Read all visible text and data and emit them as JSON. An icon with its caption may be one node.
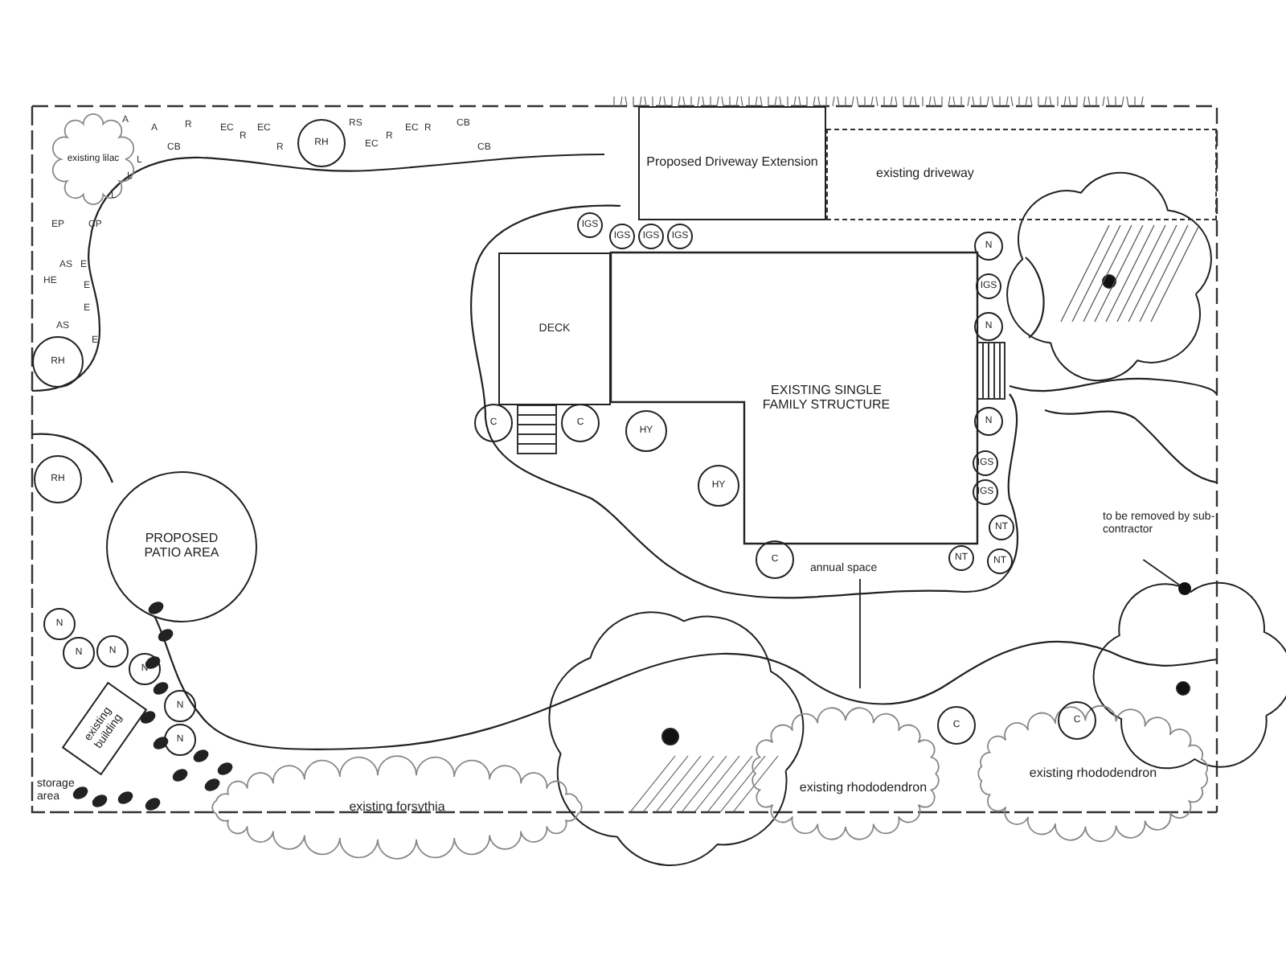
{
  "diagram": {
    "nodes": [
      {
        "text": [
          "existing lilac"
        ]
      },
      {
        "text": [
          "DECK"
        ]
      },
      {
        "text": [
          "EXISTING SINGLE FAMILY STRUCTURE"
        ]
      },
      {
        "text": [
          "Proposed Driveway Extension"
        ]
      },
      {
        "text": [
          "existing driveway"
        ]
      },
      {
        "text": [
          "PROPOSED PATIO AREA"
        ]
      },
      {
        "text": [
          "existing building"
        ]
      },
      {
        "text": [
          "storage area"
        ]
      },
      {
        "text": [
          "existing forsythia"
        ]
      },
      {
        "text": [
          "existing rhododendron"
        ]
      },
      {
        "text": [
          "existing rhododendron"
        ]
      },
      {
        "text": [
          "annual space"
        ]
      },
      {
        "text": [
          "to be removed by sub-contractor"
        ]
      },
      {
        "text": [],
        "shape": "circle"
      },
      {
        "text": [
          "RH"
        ]
      },
      {
        "text": [
          "RH"
        ]
      },
      {
        "text": [
          "RH"
        ]
      },
      {
        "text": [
          "C"
        ]
      },
      {
        "text": [
          "C"
        ]
      },
      {
        "text": [
          "C"
        ]
      },
      {
        "text": [
          "C"
        ]
      },
      {
        "text": [
          "C"
        ]
      },
      {
        "text": [
          "HY"
        ]
      },
      {
        "text": [
          "HY"
        ]
      },
      {
        "text": [
          "N"
        ]
      },
      {
        "text": [
          "N"
        ]
      },
      {
        "text": [
          "N"
        ]
      },
      {
        "text": [
          "N"
        ]
      },
      {
        "text": [
          "N"
        ]
      },
      {
        "text": [
          "N"
        ]
      },
      {
        "text": [
          "N"
        ]
      },
      {
        "text": [
          "N"
        ]
      },
      {
        "text": [
          "N"
        ]
      },
      {
        "text": [
          "IGS"
        ]
      },
      {
        "text": [
          "IGS"
        ]
      },
      {
        "text": [
          "IGS"
        ]
      },
      {
        "text": [
          "IGS"
        ]
      },
      {
        "text": [
          "IGS"
        ]
      },
      {
        "text": [
          "IGS"
        ]
      },
      {
        "text": [
          "IGS"
        ]
      },
      {
        "text": [
          "NT"
        ]
      },
      {
        "text": [
          "NT"
        ]
      },
      {
        "text": [
          "NT"
        ]
      }
    ],
    "edges": [
      {
        "from": 11,
        "to": null,
        "arrow": "none"
      },
      {
        "from": 12,
        "to": 13,
        "arrow": "none"
      }
    ],
    "labels": [
      "A",
      "A",
      "CB",
      "R",
      "EC",
      "R",
      "EC",
      "R",
      "RS",
      "EC",
      "R",
      "EC",
      "R",
      "CB",
      "CB",
      "L",
      "L",
      "L",
      "EP",
      "CP",
      "HE",
      "AS",
      "E",
      "E",
      "E",
      "AS",
      "E"
    ]
  }
}
